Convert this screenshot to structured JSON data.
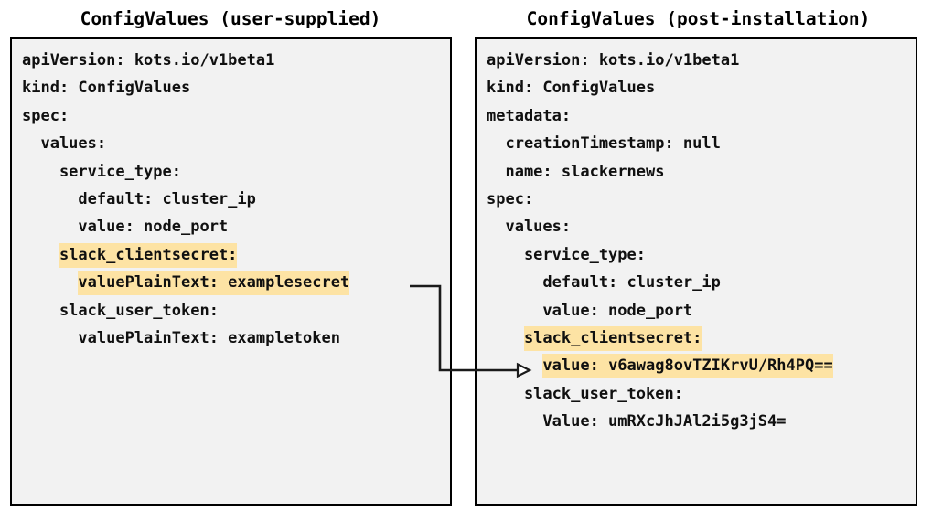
{
  "diagram": {
    "title_left": "ConfigValues (user-supplied)",
    "title_right": "ConfigValues (post-installation)",
    "highlight_color": "#fde3a4",
    "box_fill": "#f2f2f2",
    "box_border": "#000000",
    "connector_color": "#1a1a1a",
    "connector_label": "plaintext-secret-to-encrypted-value-arrow"
  },
  "left_panel": {
    "lines": [
      {
        "indent": 0,
        "text": "apiVersion: kots.io/v1beta1",
        "highlight": false
      },
      {
        "indent": 0,
        "text": "kind: ConfigValues",
        "highlight": false
      },
      {
        "indent": 0,
        "text": "spec:",
        "highlight": false
      },
      {
        "indent": 1,
        "text": "values:",
        "highlight": false
      },
      {
        "indent": 2,
        "text": "service_type:",
        "highlight": false
      },
      {
        "indent": 3,
        "text": "default: cluster_ip",
        "highlight": false
      },
      {
        "indent": 3,
        "text": "value: node_port",
        "highlight": false
      },
      {
        "indent": 2,
        "text": "slack_clientsecret:",
        "highlight": true
      },
      {
        "indent": 3,
        "text": "valuePlainText: examplesecret",
        "highlight": true
      },
      {
        "indent": 2,
        "text": "slack_user_token:",
        "highlight": false
      },
      {
        "indent": 3,
        "text": "valuePlainText: exampletoken",
        "highlight": false
      }
    ]
  },
  "right_panel": {
    "lines": [
      {
        "indent": 0,
        "text": "apiVersion: kots.io/v1beta1",
        "highlight": false
      },
      {
        "indent": 0,
        "text": "kind: ConfigValues",
        "highlight": false
      },
      {
        "indent": 0,
        "text": "metadata:",
        "highlight": false
      },
      {
        "indent": 1,
        "text": "creationTimestamp: null",
        "highlight": false
      },
      {
        "indent": 1,
        "text": "name: slackernews",
        "highlight": false
      },
      {
        "indent": 0,
        "text": "spec:",
        "highlight": false
      },
      {
        "indent": 1,
        "text": "values:",
        "highlight": false
      },
      {
        "indent": 2,
        "text": "service_type:",
        "highlight": false
      },
      {
        "indent": 3,
        "text": "default: cluster_ip",
        "highlight": false
      },
      {
        "indent": 3,
        "text": "value: node_port",
        "highlight": false
      },
      {
        "indent": 2,
        "text": "slack_clientsecret:",
        "highlight": true
      },
      {
        "indent": 3,
        "text": "value: v6awag8ovTZIKrvU/Rh4PQ==",
        "highlight": true
      },
      {
        "indent": 2,
        "text": "slack_user_token:",
        "highlight": false
      },
      {
        "indent": 3,
        "text": "Value: umRXcJhJAl2i5g3jS4=",
        "highlight": false
      }
    ]
  }
}
